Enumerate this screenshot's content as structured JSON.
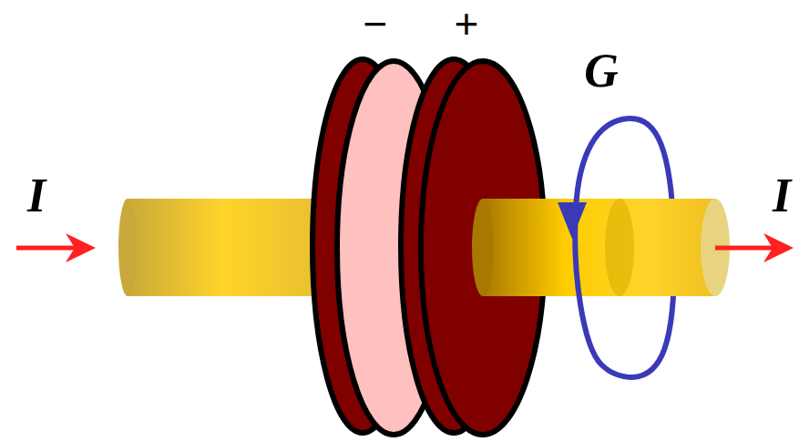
{
  "diagram": {
    "labels": [
      "−",
      "+",
      "G",
      "I",
      "I"
    ]
  }
}
